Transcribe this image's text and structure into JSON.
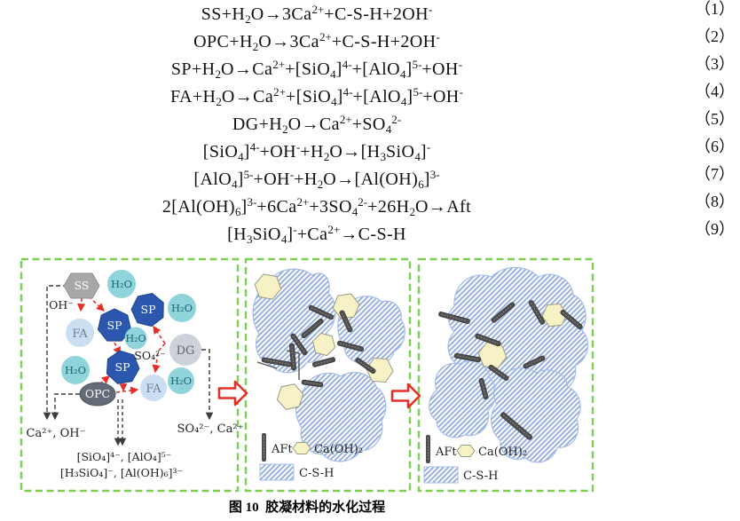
{
  "equations": [
    {
      "formula": "SS+H_{2}O→3Ca^{2+}+C-S-H+2OH^{-}",
      "number": "（1）"
    },
    {
      "formula": "OPC+H_{2}O→3Ca^{2+}+C-S-H+2OH^{-}",
      "number": "（2）"
    },
    {
      "formula": "SP+H_{2}O→Ca^{2+}+[SiO_{4}]^{4-}+[AlO_{4}]^{5-}+OH^{-}",
      "number": "（3）"
    },
    {
      "formula": "FA+H_{2}O→Ca^{2+}+[SiO_{4}]^{4-}+[AlO_{4}]^{5-}+OH^{-}",
      "number": "（4）"
    },
    {
      "formula": "DG+H_{2}O→Ca^{2+}+SO_{4}^{2-}",
      "number": "（5）"
    },
    {
      "formula": "[SiO_{4}]^{4-}+OH^{-}+H_{2}O→[H_{3}SiO_{4}]^{-}",
      "number": "（6）"
    },
    {
      "formula": "[AlO_{4}]^{5-}+OH^{-}+H_{2}O→[Al(OH)_{6}]^{3-}",
      "number": "（7）"
    },
    {
      "formula": "2[Al(OH)_{6}]^{3-}+6Ca^{2+}+3SO_{4}^{2-}+26H_{2}O→Aft",
      "number": "（8）"
    },
    {
      "formula": "[H_{3}SiO_{4}]^{-}+Ca^{2+}→C-S-H",
      "number": "（9）"
    }
  ],
  "figure": {
    "caption": "图 10  胶凝材料的水化过程",
    "panel1": {
      "particles": {
        "ss": "SS",
        "sp": "SP",
        "fa": "FA",
        "dg": "DG",
        "opc": "OPC",
        "h2o": "H₂O"
      },
      "labels": {
        "oh_minus": "OH⁻",
        "so4": "SO₄²⁻",
        "ca_oh_out": "Ca²⁺, OH⁻",
        "so4_ca_out": "SO₄²⁻, Ca²⁺",
        "ions_line1": "[SiO₄]⁴⁻, [AlO₄]⁵⁻",
        "ions_line2": "[H₃SiO₄]⁻, [Al(OH)₆]³⁻"
      }
    },
    "legend": {
      "aft_label": "AFt",
      "caoh2_label": "Ca(OH)₂",
      "csh_label": "C-S-H"
    },
    "colors": {
      "panel_border_green": "#7ccf52",
      "process_arrow_red": "#e62f28",
      "sp_blue": "#2b57ae",
      "h2o_teal": "#8ed4da",
      "fa_pale_blue": "#ccdff2",
      "dg_gray": "#ccd1da",
      "ss_gray": "#a7a7aa",
      "opc_slate": "#646b78",
      "csh_hatch_blue": "#8aa6dc",
      "caoh2_yellow": "#f7f2c6",
      "aft_rod_gray": "#4e4e4e",
      "black_dash": "#3c3c3c"
    }
  }
}
